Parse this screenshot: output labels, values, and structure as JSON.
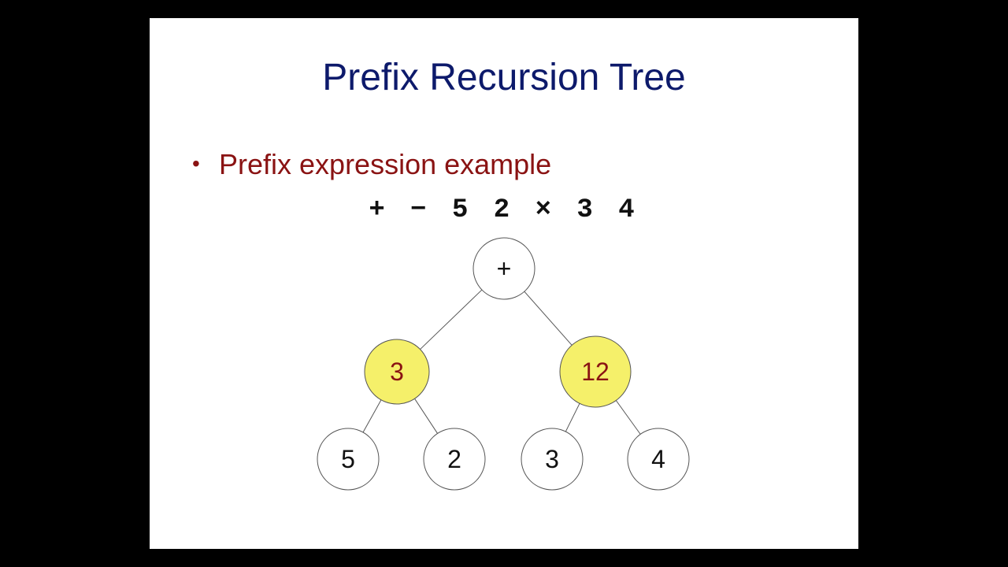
{
  "slide": {
    "title": "Prefix Recursion Tree",
    "bullet": "Prefix expression example",
    "expression": "+ − 5 2 × 3 4"
  },
  "colors": {
    "title": "#0d1a6b",
    "bullet": "#8a1313",
    "node_fill": "#ffffff",
    "node_highlight": "#f5f06a",
    "highlight_text": "#8a1313",
    "edge": "#555555"
  },
  "tree": {
    "nodes": [
      {
        "id": "root",
        "label": "+",
        "highlight": false
      },
      {
        "id": "left",
        "label": "3",
        "highlight": true
      },
      {
        "id": "right",
        "label": "12",
        "highlight": true
      },
      {
        "id": "ll",
        "label": "5",
        "highlight": false
      },
      {
        "id": "lr",
        "label": "2",
        "highlight": false
      },
      {
        "id": "rl",
        "label": "3",
        "highlight": false
      },
      {
        "id": "rr",
        "label": "4",
        "highlight": false
      }
    ],
    "edges": [
      [
        "root",
        "left"
      ],
      [
        "root",
        "right"
      ],
      [
        "left",
        "ll"
      ],
      [
        "left",
        "lr"
      ],
      [
        "right",
        "rl"
      ],
      [
        "right",
        "rr"
      ]
    ]
  }
}
